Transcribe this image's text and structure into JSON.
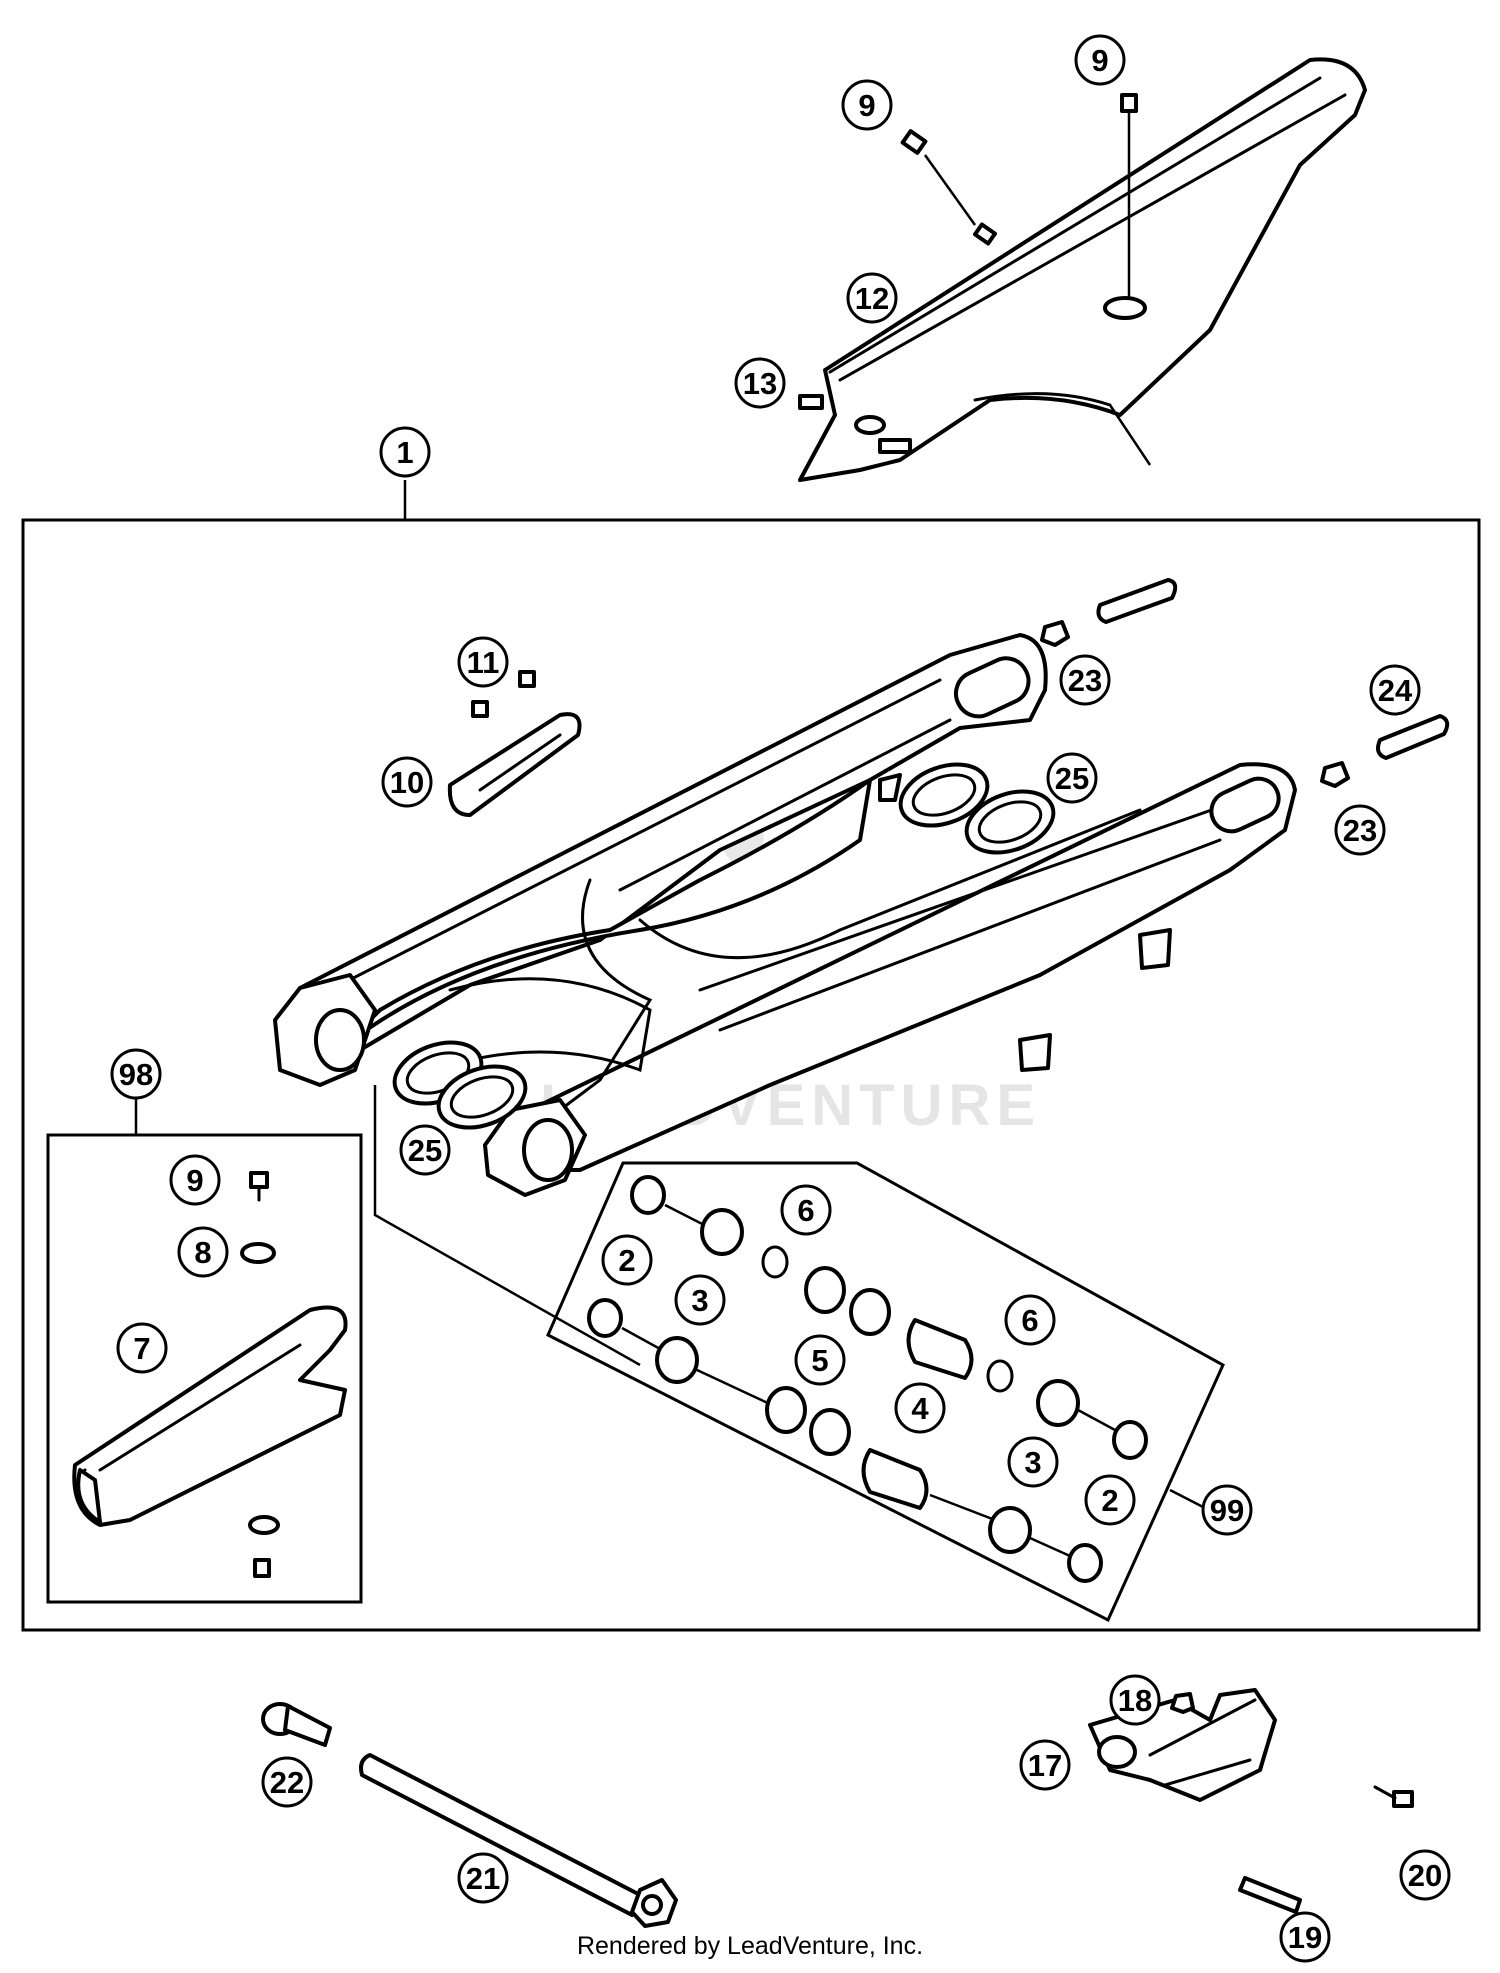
{
  "callouts": {
    "c1": "1",
    "c2a": "2",
    "c2b": "2",
    "c3a": "3",
    "c3b": "3",
    "c4": "4",
    "c5": "5",
    "c6a": "6",
    "c6b": "6",
    "c7": "7",
    "c8": "8",
    "c9a": "9",
    "c9b": "9",
    "c9c": "9",
    "c10": "10",
    "c11": "11",
    "c12": "12",
    "c13": "13",
    "c17": "17",
    "c18": "18",
    "c19": "19",
    "c20": "20",
    "c21": "21",
    "c22": "22",
    "c23a": "23",
    "c23b": "23",
    "c24": "24",
    "c25a": "25",
    "c25b": "25",
    "c98": "98",
    "c99": "99"
  },
  "watermark": "LEADVENTURE",
  "footer": "Rendered by LeadVenture, Inc."
}
